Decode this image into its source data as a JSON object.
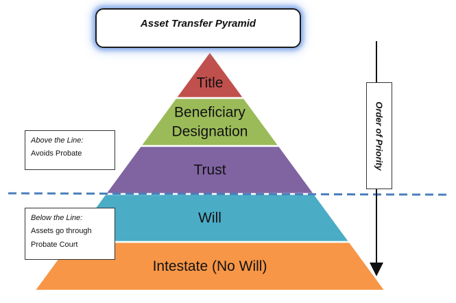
{
  "title": "Asset Transfer Pyramid",
  "levels": [
    {
      "label_lines": [
        "Title"
      ],
      "color": "#c0504d"
    },
    {
      "label_lines": [
        "Beneficiary",
        "Designation"
      ],
      "color": "#9bbb59"
    },
    {
      "label_lines": [
        "Trust"
      ],
      "color": "#8064a2"
    },
    {
      "label_lines": [
        "Will"
      ],
      "color": "#4bacc6"
    },
    {
      "label_lines": [
        "Intestate (No Will)"
      ],
      "color": "#f79646"
    }
  ],
  "above_note": {
    "heading": "Above the Line:",
    "text": "Avoids Probate"
  },
  "below_note": {
    "heading": "Below the Line:",
    "lines": [
      "Assets go through",
      "Probate Court"
    ]
  },
  "priority_label": "Order of Priority",
  "colors": {
    "divider": "#4a7ebb",
    "outline": "#ffffff",
    "glow": "#8fb4ee",
    "text": "#111111"
  }
}
